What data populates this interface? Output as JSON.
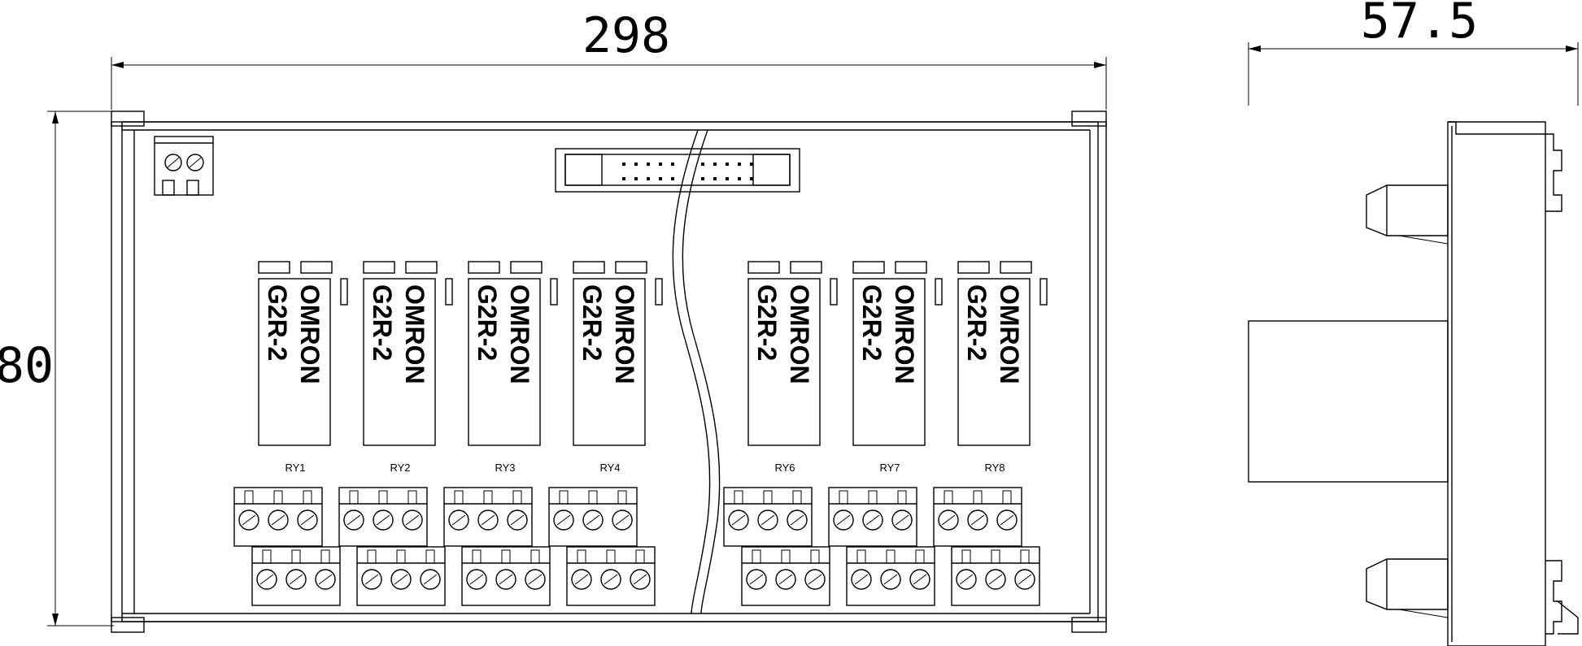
{
  "dimensions": {
    "width": "298",
    "height": "80",
    "depth": "57.5"
  },
  "relays": [
    {
      "brand": "OMRON",
      "model": "G2R-2",
      "label": "RY1"
    },
    {
      "brand": "OMRON",
      "model": "G2R-2",
      "label": "RY2"
    },
    {
      "brand": "OMRON",
      "model": "G2R-2",
      "label": "RY3"
    },
    {
      "brand": "OMRON",
      "model": "G2R-2",
      "label": "RY4"
    },
    {
      "brand": "OMRON",
      "model": "G2R-2",
      "label": "RY6"
    },
    {
      "brand": "OMRON",
      "model": "G2R-2",
      "label": "RY7"
    },
    {
      "brand": "OMRON",
      "model": "G2R-2",
      "label": "RY8"
    }
  ]
}
